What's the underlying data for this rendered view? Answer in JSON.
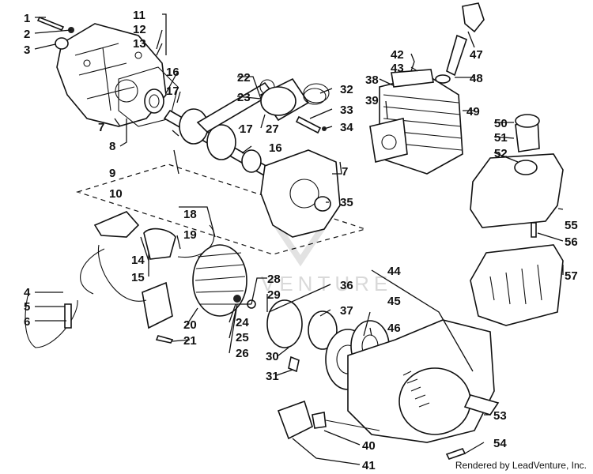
{
  "watermark": "VENTURE",
  "credit": "Rendered by LeadVenture, Inc.",
  "callouts": [
    "1",
    "2",
    "3",
    "4",
    "5",
    "6",
    "7",
    "8",
    "9",
    "10",
    "11",
    "12",
    "13",
    "14",
    "15",
    "16",
    "17",
    "18",
    "19",
    "20",
    "21",
    "22",
    "23",
    "24",
    "25",
    "26",
    "27",
    "28",
    "29",
    "30",
    "31",
    "32",
    "33",
    "34",
    "35",
    "36",
    "37",
    "38",
    "39",
    "40",
    "41",
    "42",
    "43",
    "44",
    "45",
    "46",
    "47",
    "48",
    "49",
    "50",
    "51",
    "52",
    "53",
    "54",
    "55",
    "56",
    "57"
  ]
}
